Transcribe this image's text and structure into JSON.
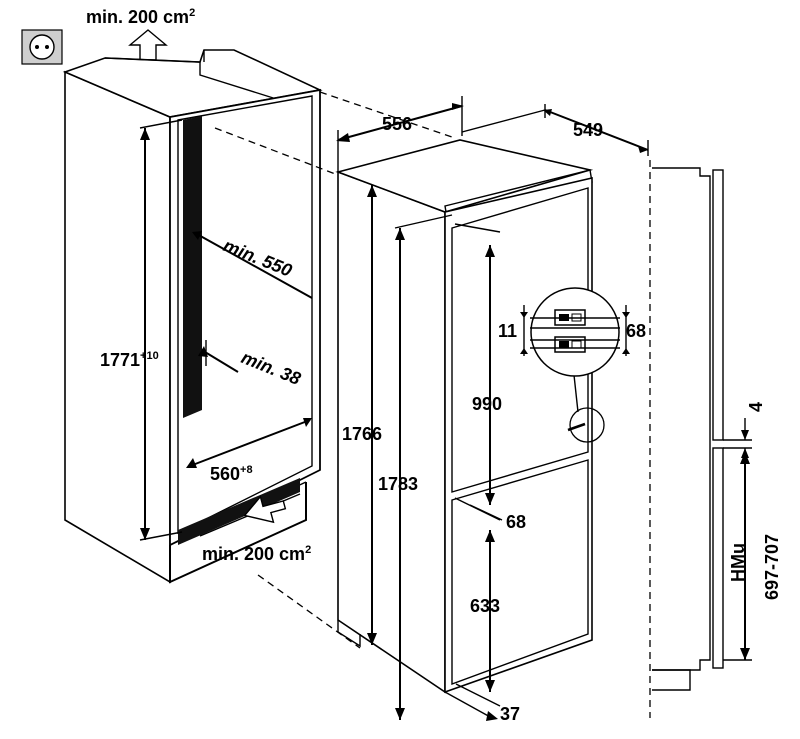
{
  "labels": {
    "top_vent": "min. 200 cm",
    "top_vent_sup": "2",
    "bottom_vent": "min. 200 cm",
    "bottom_vent_sup": "2",
    "niche_depth": "min. 550",
    "niche_height": "1771",
    "niche_height_sup": "+10",
    "gap_back": "min. 38",
    "niche_width": "560",
    "niche_width_sup": "+8",
    "appliance_depth": "556",
    "appliance_width": "549",
    "appliance_height_inner": "1766",
    "appliance_height_outer": "1783",
    "hinge_gap_small": "11",
    "hinge_gap_large": "68",
    "upper_door": "990",
    "door_gap": "68",
    "lower_door": "633",
    "bottom_offset": "37",
    "side_gap": "4",
    "hmu_label": "HMu",
    "hmu_range": "697-707"
  },
  "icons": {
    "socket": "power-socket-icon",
    "airflow_up": "airflow-arrow-up-icon",
    "airflow_in": "airflow-arrow-in-icon"
  }
}
